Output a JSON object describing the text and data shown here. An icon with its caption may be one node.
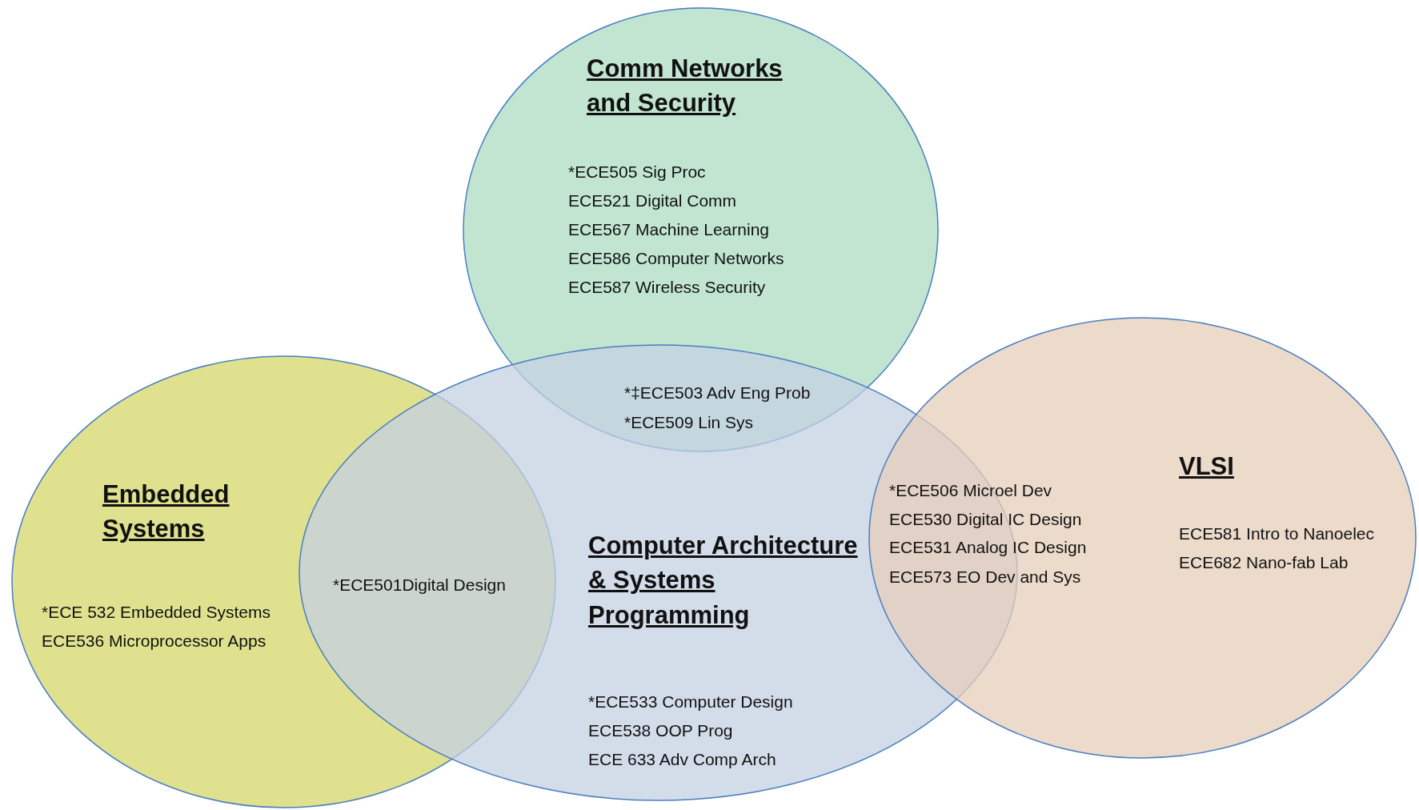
{
  "diagram": {
    "nodes": [
      {
        "text": [
          "Comm Networks and Security",
          "*ECE505 Sig Proc",
          "ECE521 Digital Comm",
          "ECE567 Machine Learning",
          "ECE586 Computer Networks",
          "ECE587 Wireless Security"
        ]
      },
      {
        "text": [
          "Embedded Systems",
          "*ECE 532 Embedded Systems",
          "ECE536 Microprocessor Apps"
        ]
      },
      {
        "text": [
          "Computer Architecture & Systems Programming",
          "*ECE533 Computer Design",
          "ECE538 OOP Prog",
          "ECE 633 Adv Comp Arch"
        ]
      },
      {
        "text": [
          "VLSI",
          "ECE581 Intro to Nanoelec",
          "ECE682 Nano-fab Lab"
        ]
      }
    ],
    "edges": [],
    "labels": [
      "*‡ECE503 Adv Eng Prob",
      "*ECE509 Lin Sys",
      "*ECE501Digital Design",
      "*ECE506 Microel Dev",
      "ECE530 Digital IC Design",
      "ECE531 Analog IC Design",
      "ECE573 EO Dev and Sys"
    ]
  }
}
